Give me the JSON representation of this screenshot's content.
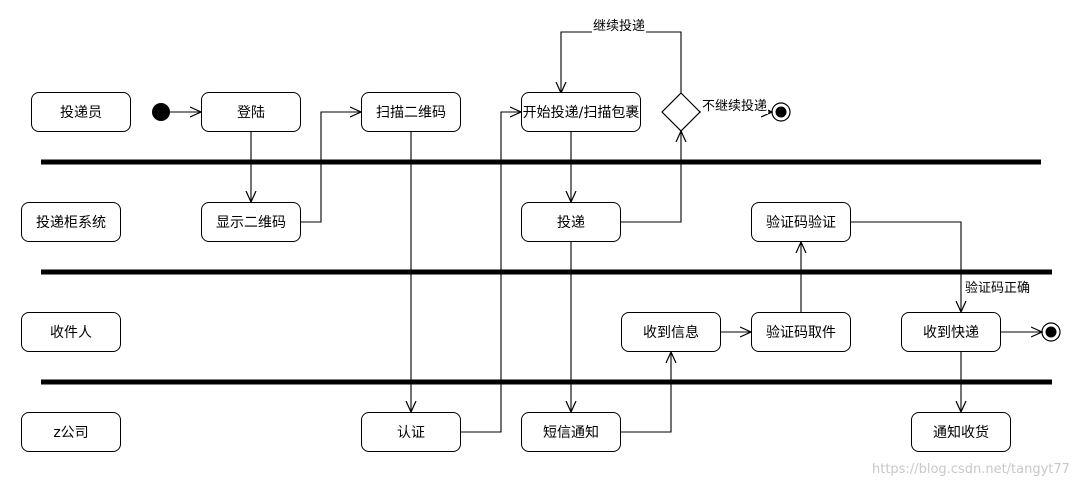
{
  "lanes": [
    "投递员",
    "投递柜系统",
    "收件人",
    "z公司"
  ],
  "activities": {
    "login": "登陆",
    "show_qr": "显示二维码",
    "scan_qr": "扫描二维码",
    "start_delivery": "开始投递/扫描包裹",
    "deliver": "投递",
    "code_verify": "验证码验证",
    "receive_info": "收到信息",
    "code_pickup": "验证码取件",
    "receive_parcel": "收到快递",
    "certify": "认证",
    "sms_notify": "短信通知",
    "notify_receipt": "通知收货"
  },
  "edge_labels": {
    "continue": "继续投递",
    "stop": "不继续投递",
    "code_correct": "验证码正确"
  },
  "watermark": "https://blog.csdn.net/tangyt77"
}
